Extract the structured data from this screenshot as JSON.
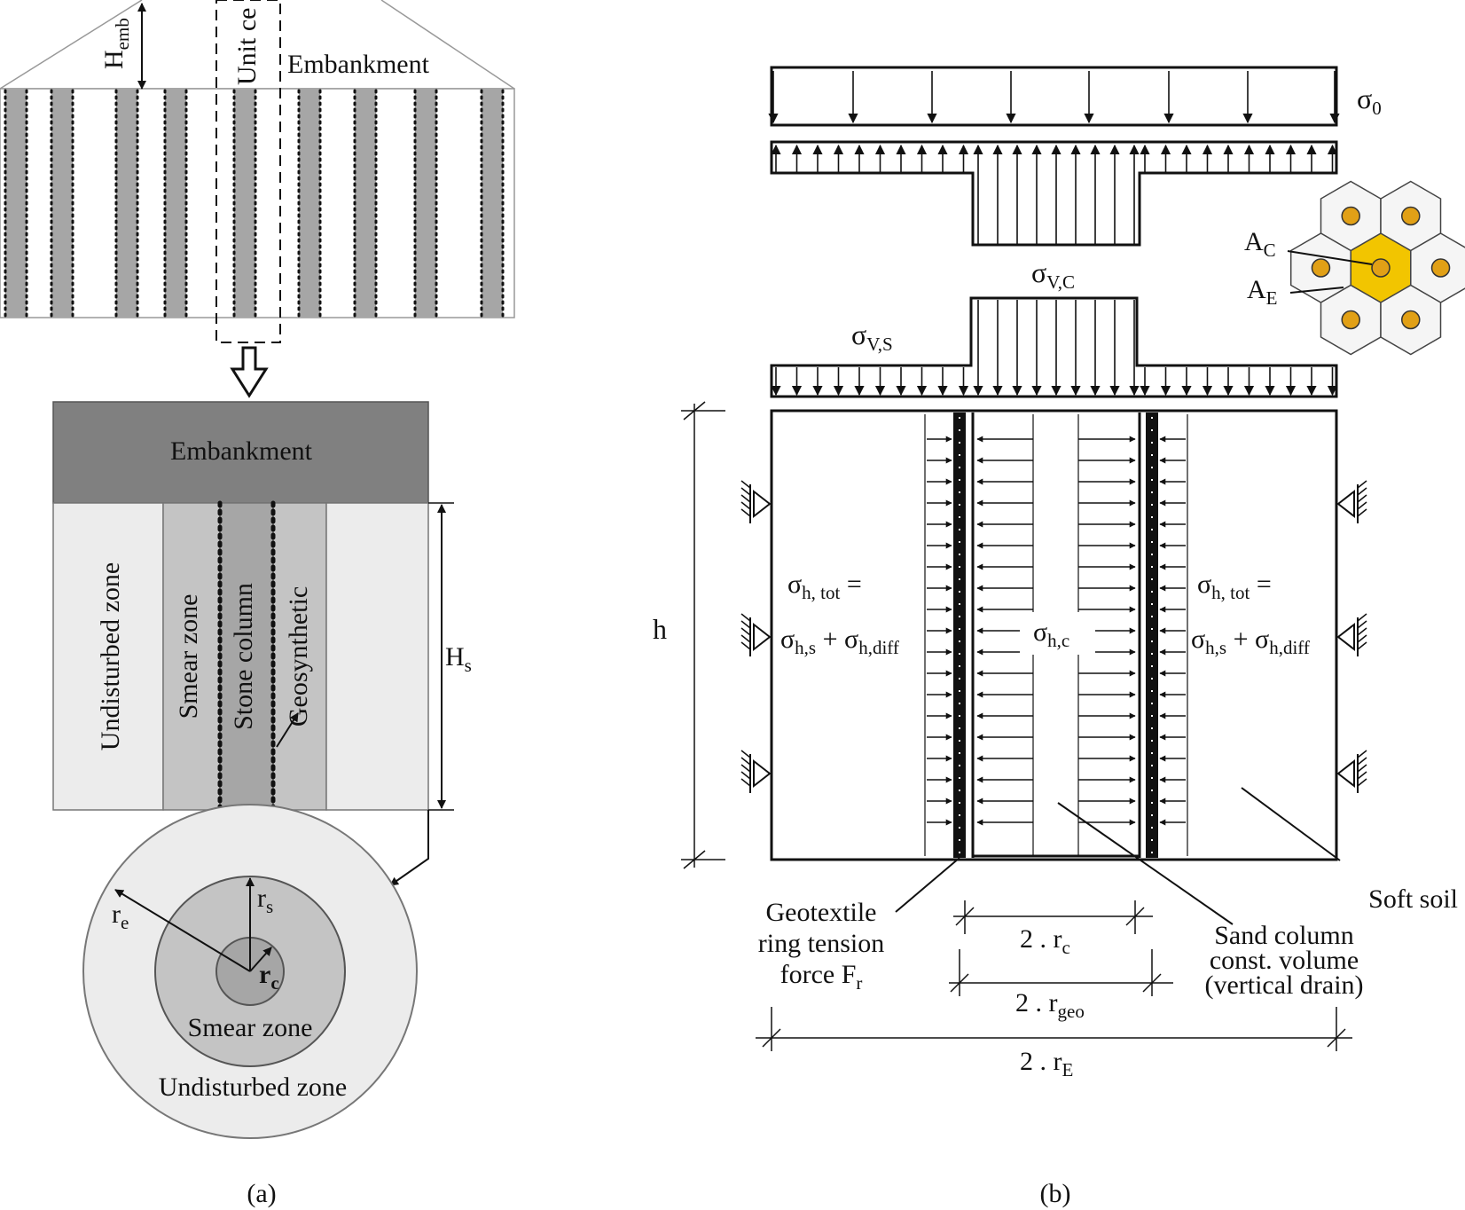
{
  "colors": {
    "embankment_dark": "#808080",
    "column_grey": "#a6a6a6",
    "smear_grey": "#c4c4c4",
    "undisturbed_light": "#ececec",
    "hex_fill": "#f5f5f5",
    "center_hex": "#f2c500",
    "column_dot": "#e1a016",
    "line": "#111111"
  },
  "panel_a": {
    "embankment_top": "Embankment",
    "h_emb": {
      "base": "H",
      "sub": "emb"
    },
    "unit_cell": "Unit ce",
    "embankment_block": "Embankment",
    "undisturbed_zone": "Undisturbed zone",
    "smear_zone": "Smear zone",
    "stone_column": "Stone column",
    "geosynthetic": "Geosynthetic",
    "h_s": {
      "base": "H",
      "sub": "s"
    },
    "r_e": {
      "base": "r",
      "sub": "e"
    },
    "r_s": {
      "base": "r",
      "sub": "s"
    },
    "r_c": {
      "base": "r",
      "sub": "c"
    },
    "circle_smear": "Smear zone",
    "circle_undisturbed": "Undisturbed zone",
    "caption": "(a)"
  },
  "panel_b": {
    "sigma_0": {
      "base": "σ",
      "sub": "0"
    },
    "sigma_vc": {
      "base": "σ",
      "sub": "V,C"
    },
    "sigma_vs": {
      "base": "σ",
      "sub": "V,S"
    },
    "a_c": {
      "base": "A",
      "sub": "C"
    },
    "a_e": {
      "base": "A",
      "sub": "E"
    },
    "h": "h",
    "sh_tot_left": {
      "base": "σ",
      "sub": "h, tot",
      "tail": " ="
    },
    "sh_sum_left": {
      "b1": "σ",
      "s1": "h,s",
      "mid": " + ",
      "b2": "σ",
      "s2": "h,diff"
    },
    "sh_c": {
      "base": "σ",
      "sub": "h,c"
    },
    "sh_tot_right": {
      "base": "σ",
      "sub": "h, tot",
      "tail": " ="
    },
    "sh_sum_right": {
      "b1": "σ",
      "s1": "h,s",
      "mid": " + ",
      "b2": "σ",
      "s2": "h,diff"
    },
    "geotextile_line1": "Geotextile",
    "geotextile_line2": "ring tension",
    "geotextile_line3": {
      "base": "force F",
      "sub": "r"
    },
    "dim_rc": {
      "base": "2 . r",
      "sub": "c"
    },
    "dim_rgeo": {
      "base": "2 . r",
      "sub": "geo"
    },
    "dim_re": {
      "base": "2 . r",
      "sub": "E"
    },
    "sand_line1": "Sand column",
    "sand_line2": "const. volume",
    "sand_line3": "(vertical drain)",
    "soft_soil": "Soft soil",
    "caption": "(b)"
  }
}
